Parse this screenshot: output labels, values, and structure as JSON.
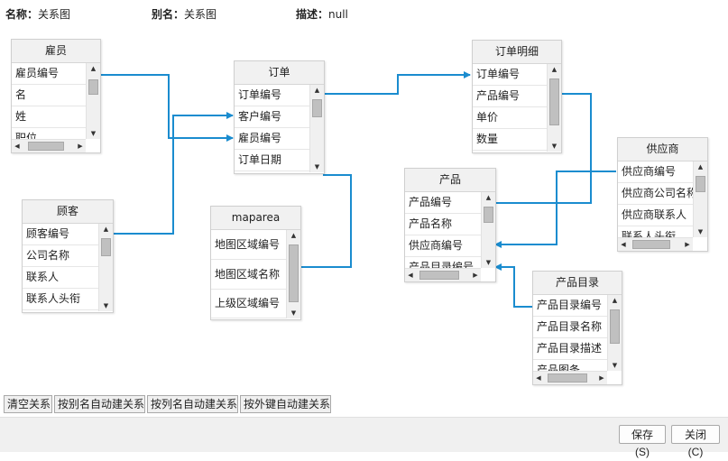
{
  "header": {
    "name_label": "名称：",
    "name_value": "关系图",
    "alias_label": "别名：",
    "alias_value": "关系图",
    "desc_label": "描述：",
    "desc_value": "null"
  },
  "tables": {
    "employee": {
      "title": "雇员",
      "fields": [
        "雇员编号",
        "名",
        "姓",
        "职位"
      ]
    },
    "customer": {
      "title": "顾客",
      "fields": [
        "顾客编号",
        "公司名称",
        "联系人",
        "联系人头衔"
      ]
    },
    "order": {
      "title": "订单",
      "fields": [
        "订单编号",
        "客户编号",
        "雇员编号",
        "订单日期"
      ]
    },
    "maparea": {
      "title": "maparea",
      "fields": [
        "地图区域编号",
        "地图区域名称",
        "上级区域编号"
      ]
    },
    "order_detail": {
      "title": "订单明细",
      "fields": [
        "订单编号",
        "产品编号",
        "单价",
        "数量"
      ]
    },
    "product": {
      "title": "产品",
      "fields": [
        "产品编号",
        "产品名称",
        "供应商编号",
        "产品目录编号"
      ]
    },
    "supplier": {
      "title": "供应商",
      "fields": [
        "供应商编号",
        "供应商公司名称",
        "供应商联系人",
        "联系人头衔"
      ]
    },
    "catalog": {
      "title": "产品目录",
      "fields": [
        "产品目录编号",
        "产品目录名称",
        "产品目录描述",
        "产品图条"
      ]
    }
  },
  "toolbar": {
    "clear": "清空关系",
    "by_alias": "按别名自动建关系",
    "by_column": "按列名自动建关系",
    "by_fk": "按外键自动建关系"
  },
  "footer": {
    "save": "保存(S)",
    "close": "关闭(C)"
  },
  "colors": {
    "link": "#1a8ccf",
    "accent": "#1a8ccf"
  }
}
